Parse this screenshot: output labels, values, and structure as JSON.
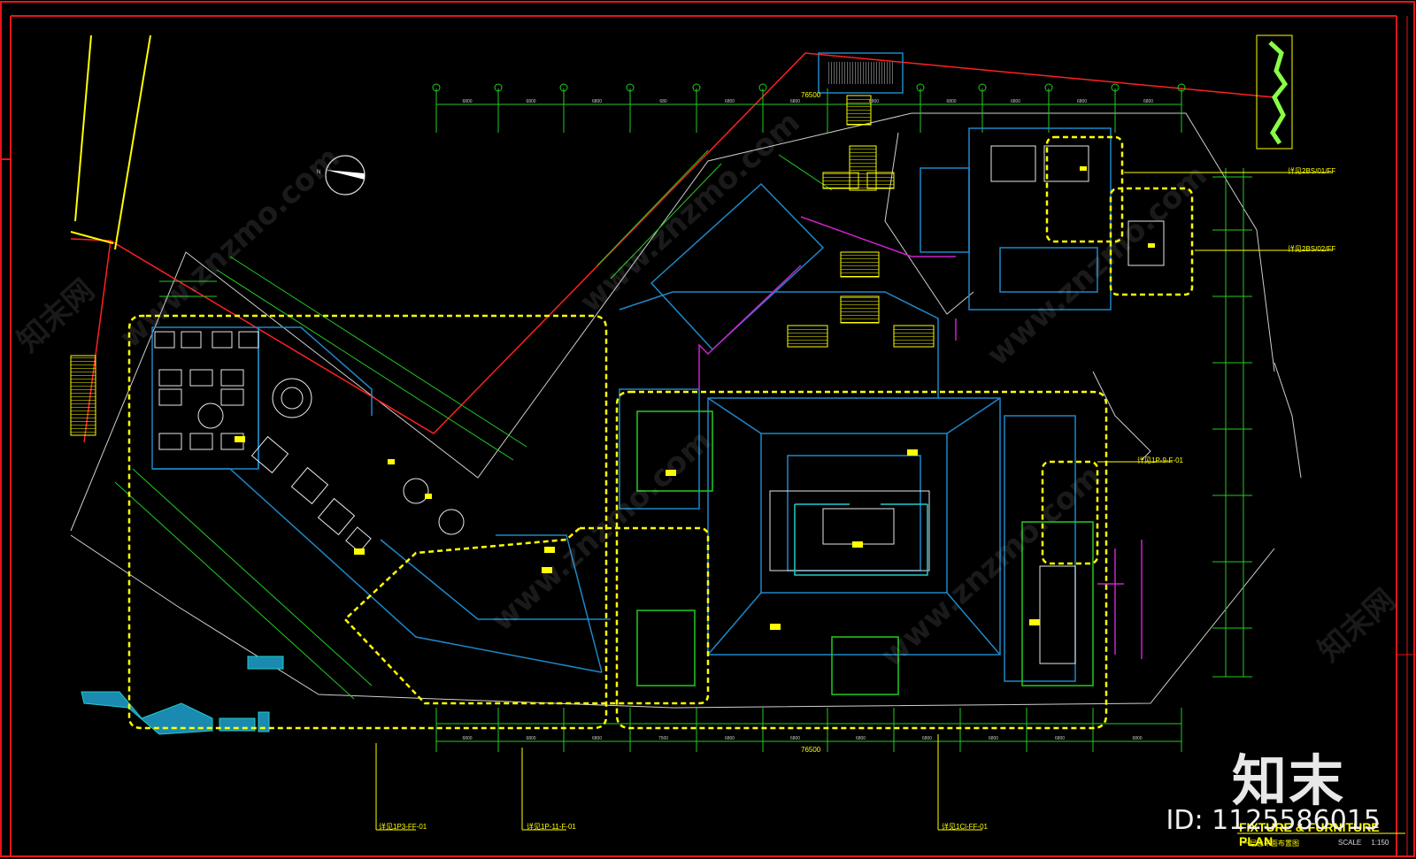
{
  "drawing": {
    "title": "FIXTURE & FURNITURE PLAN",
    "subtitle": "一层总平面布置图",
    "scale_label": "SCALE",
    "scale_value": "1:150",
    "overall_dimension": "76500"
  },
  "callouts": {
    "room_a": "详见2BS/01/FF",
    "room_b": "详见2BS/02/FF",
    "stair": "详见1P-9-F-01",
    "bottom_left": "详见1P3-FF-01",
    "bottom_mid": "详见1P-11-F-01",
    "bottom_right": "详见1Cl-FF-01"
  },
  "top_dimensions": [
    "6800",
    "6800",
    "6800",
    "680",
    "6800",
    "6800",
    "6800",
    "6800",
    "6800",
    "6800",
    "6800"
  ],
  "bottom_dimensions": [
    "6800",
    "6800",
    "6800",
    "7500",
    "6800",
    "6800",
    "6800",
    "6800",
    "6800",
    "6800",
    "6800"
  ],
  "watermark": {
    "logo": "知末",
    "id": "ID: 1125586015",
    "site": "www.znzmo.com",
    "brand": "知末网"
  },
  "colors": {
    "border": "#e8141c",
    "wall": "#1e88c8",
    "highlight": "#ffff00",
    "grid": "#22cc22",
    "furniture": "#e0e0e0",
    "accent": "#cc22cc",
    "cyan": "#22cccc"
  }
}
